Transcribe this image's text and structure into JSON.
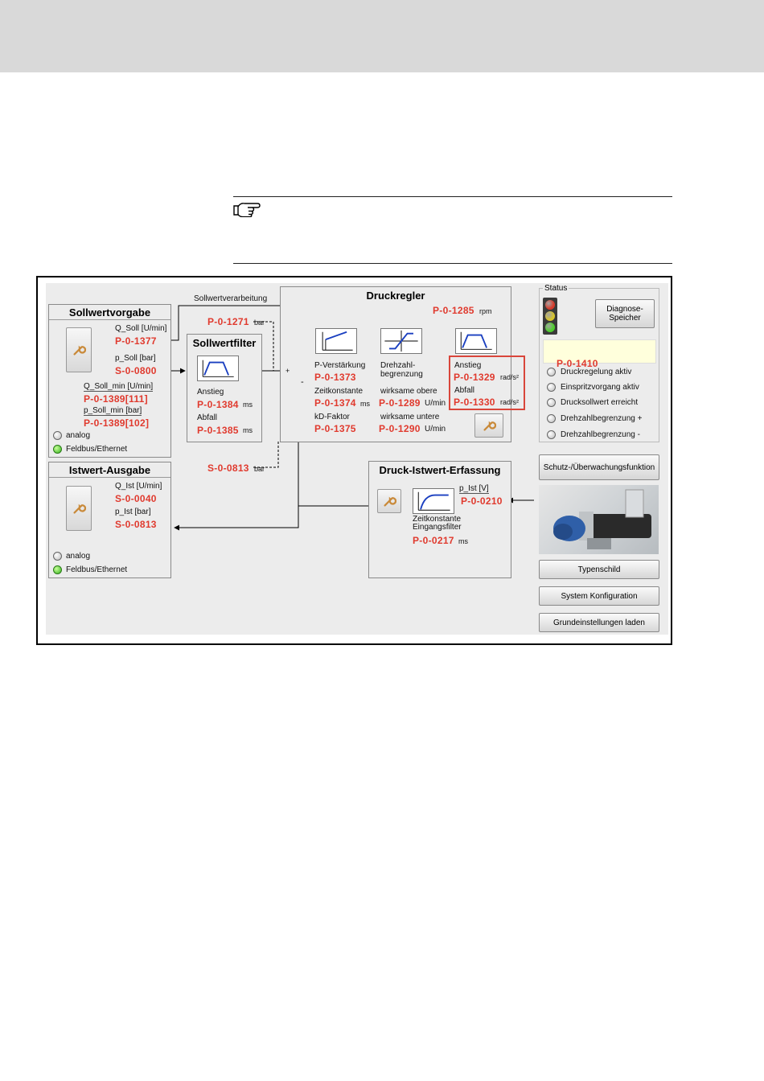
{
  "sollwertverarbeitung": "Sollwertverarbeitung",
  "sollwertvorgabe": {
    "title": "Sollwertvorgabe",
    "q_soll_label": "Q_Soll [U/min]",
    "q_soll_param": "P-0-1377",
    "p_soll_label": "p_Soll [bar]",
    "p_soll_param": "S-0-0800",
    "q_soll_min_label": "Q_Soll_min [U/min]",
    "q_soll_min_param": "P-0-1389[111]",
    "p_soll_min_label": "p_Soll_min [bar]",
    "p_soll_min_param": "P-0-1389[102]",
    "analog": "analog",
    "feldbus": "Feldbus/Ethernet"
  },
  "ref_p1271": {
    "param": "P-0-1271",
    "unit": "bar"
  },
  "ref_s0813": {
    "param": "S-0-0813",
    "unit": "bar"
  },
  "sollwertfilter": {
    "title": "Sollwertfilter",
    "anstieg_label": "Anstieg",
    "anstieg_param": "P-0-1384",
    "anstieg_unit": "ms",
    "abfall_label": "Abfall",
    "abfall_param": "P-0-1385",
    "abfall_unit": "ms"
  },
  "druckregler": {
    "title": "Druckregler",
    "rpm_param": "P-0-1285",
    "rpm_unit": "rpm",
    "p_verst_label": "P-Verstärkung",
    "p_verst_param": "P-0-1373",
    "zeitk_label": "Zeitkonstante",
    "zeitk_param": "P-0-1374",
    "zeitk_unit": "ms",
    "kd_label": "kD-Faktor",
    "kd_param": "P-0-1375",
    "drehzahl_label": "Drehzahl-\nbegrenzung",
    "obere_label": "wirksame obere",
    "obere_param": "P-0-1289",
    "obere_unit": "U/min",
    "untere_label": "wirksame untere",
    "untere_param": "P-0-1290",
    "untere_unit": "U/min",
    "anstieg_label": "Anstieg",
    "anstieg_param": "P-0-1329",
    "anstieg_unit": "rad/s²",
    "abfall_label": "Abfall",
    "abfall_param": "P-0-1330",
    "abfall_unit": "rad/s²",
    "sum_plus": "+",
    "sum_minus": "-"
  },
  "istwert_ausgabe": {
    "title": "Istwert-Ausgabe",
    "q_ist_label": "Q_Ist [U/min]",
    "q_ist_param": "S-0-0040",
    "p_ist_label": "p_Ist [bar]",
    "p_ist_param": "S-0-0813",
    "analog": "analog",
    "feldbus": "Feldbus/Ethernet"
  },
  "druck_istwert": {
    "title": "Druck-Istwert-Erfassung",
    "p_ist_label": "p_Ist [V]",
    "p_ist_param": "P-0-0210",
    "zeitk_label": "Zeitkonstante\nEingangsfilter",
    "zeitk_param": "P-0-0217",
    "zeitk_unit": "ms"
  },
  "status": {
    "title": "Status",
    "diag_button": "Diagnose-\nSpeicher",
    "param": "P-0-1410",
    "items": [
      "Druckregelung aktiv",
      "Einspritzvorgang aktiv",
      "Drucksollwert erreicht",
      "Drehzahlbegrenzung +",
      "Drehzahlbegrenzung -"
    ],
    "lamp_colors": [
      "#d83a2a",
      "#d8c52a",
      "#4ccf2a"
    ]
  },
  "buttons": {
    "schutz": "Schutz-/Überwachungsfunktion",
    "typenschild": "Typenschild",
    "system": "System Konfiguration",
    "grund": "Grundeinstellungen laden"
  }
}
